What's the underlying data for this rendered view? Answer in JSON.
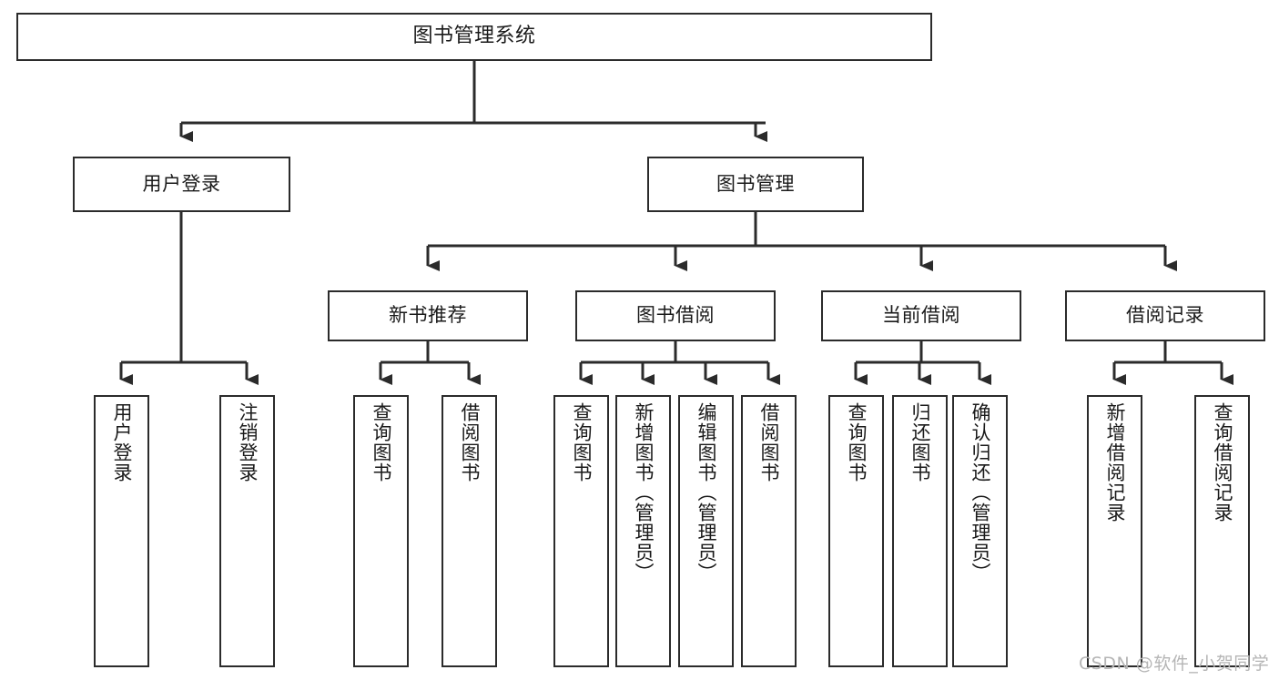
{
  "diagram": {
    "type": "tree-hierarchy",
    "title": "图书管理系统",
    "root": {
      "label": "图书管理系统"
    },
    "level2": [
      {
        "label": "用户登录"
      },
      {
        "label": "图书管理"
      }
    ],
    "level3": [
      {
        "label": "新书推荐"
      },
      {
        "label": "图书借阅"
      },
      {
        "label": "当前借阅"
      },
      {
        "label": "借阅记录"
      }
    ],
    "leaves": [
      {
        "label": "用户登录",
        "parent": "用户登录"
      },
      {
        "label": "注销登录",
        "parent": "用户登录"
      },
      {
        "label": "查询图书",
        "parent": "新书推荐"
      },
      {
        "label": "借阅图书",
        "parent": "新书推荐"
      },
      {
        "label": "查询图书",
        "parent": "图书借阅"
      },
      {
        "label": "新增图书（管理员）",
        "parent": "图书借阅"
      },
      {
        "label": "编辑图书（管理员）",
        "parent": "图书借阅"
      },
      {
        "label": "借阅图书",
        "parent": "图书借阅"
      },
      {
        "label": "查询图书",
        "parent": "当前借阅"
      },
      {
        "label": "归还图书",
        "parent": "当前借阅"
      },
      {
        "label": "确认归还（管理员）",
        "parent": "当前借阅"
      },
      {
        "label": "新增借阅记录",
        "parent": "借阅记录"
      },
      {
        "label": "查询借阅记录",
        "parent": "借阅记录"
      }
    ]
  },
  "watermark": {
    "text": "CSDN @软件_小贺同学"
  },
  "colors": {
    "stroke": "#2b2b2b",
    "background": "#ffffff",
    "text": "#1a1a1a",
    "watermark": "#b5b5b5"
  }
}
